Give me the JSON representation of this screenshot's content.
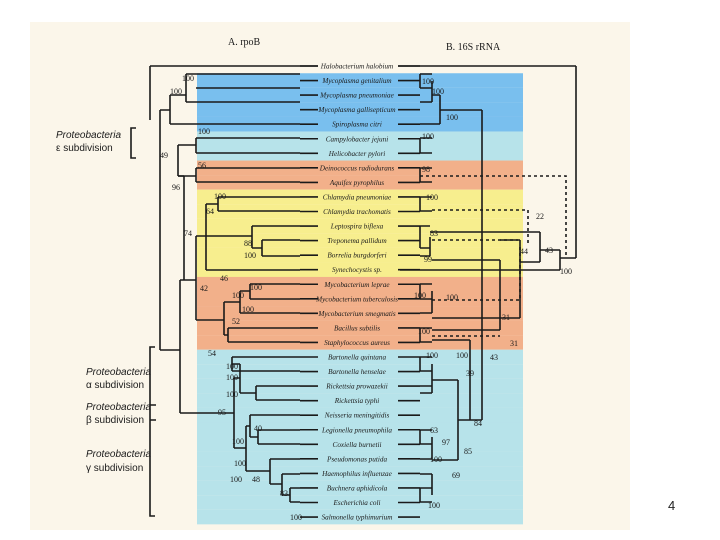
{
  "titles": {
    "left": "A. rpoB",
    "right": "B. 16S rRNA"
  },
  "page_number": "4",
  "colors": {
    "blue": "#79bfee",
    "yellow": "#f7ee8e",
    "orange": "#f2b08a",
    "cyan": "#b7e3ea",
    "line": "#1a1a1a"
  },
  "taxa": [
    {
      "label": "Halobacterium halobium",
      "band": "none"
    },
    {
      "label": "Mycoplasma genitalium",
      "band": "blue"
    },
    {
      "label": "Mycoplasma pneumoniae",
      "band": "blue"
    },
    {
      "label": "Mycoplasma gallisepticum",
      "band": "blue"
    },
    {
      "label": "Spiroplasma citri",
      "band": "blue"
    },
    {
      "label": "Campylobacter jejuni",
      "band": "cyan"
    },
    {
      "label": "Helicobacter pylori",
      "band": "cyan"
    },
    {
      "label": "Deinococcus radiodurans",
      "band": "orange"
    },
    {
      "label": "Aquifex pyrophilus",
      "band": "orange"
    },
    {
      "label": "Chlamydia pneumoniae",
      "band": "yellow"
    },
    {
      "label": "Chlamydia trachomatis",
      "band": "yellow"
    },
    {
      "label": "Leptospira biflexa",
      "band": "yellow"
    },
    {
      "label": "Treponema pallidum",
      "band": "yellow"
    },
    {
      "label": "Borrelia burgdorferi",
      "band": "yellow"
    },
    {
      "label": "Synechocystis sp.",
      "band": "yellow"
    },
    {
      "label": "Mycobacterium leprae",
      "band": "orange"
    },
    {
      "label": "Mycobacterium tuberculosis",
      "band": "orange"
    },
    {
      "label": "Mycobacterium smegmatis",
      "band": "orange"
    },
    {
      "label": "Bacillus subtilis",
      "band": "orange"
    },
    {
      "label": "Staphylococcus aureus",
      "band": "orange"
    },
    {
      "label": "Bartonella quintana",
      "band": "cyan"
    },
    {
      "label": "Bartonella henselae",
      "band": "cyan"
    },
    {
      "label": "Rickettsia prowazekii",
      "band": "cyan"
    },
    {
      "label": "Rickettsia typhi",
      "band": "cyan"
    },
    {
      "label": "Neisseria meningitidis",
      "band": "cyan"
    },
    {
      "label": "Legionella pneumophila",
      "band": "cyan"
    },
    {
      "label": "Coxiella burnetii",
      "band": "cyan"
    },
    {
      "label": "Pseudomonas putida",
      "band": "cyan"
    },
    {
      "label": "Haemophilus influenzae",
      "band": "cyan"
    },
    {
      "label": "Buchnera aphidicola",
      "band": "cyan"
    },
    {
      "label": "Escherichia coli",
      "band": "cyan"
    },
    {
      "label": "Salmonella typhimurium",
      "band": "cyan"
    }
  ],
  "left_values": [
    "100",
    "100",
    "49",
    "96",
    "100",
    "56",
    "74",
    "64",
    "100",
    "88",
    "100",
    "46",
    "42",
    "100",
    "100",
    "100",
    "52",
    "54",
    "100",
    "100",
    "100",
    "95",
    "40",
    "100",
    "100",
    "100",
    "48",
    "83",
    "100"
  ],
  "right_values": [
    "100",
    "100",
    "100",
    "100",
    "98",
    "100",
    "83",
    "99",
    "100",
    "100",
    "100",
    "100",
    "22",
    "44",
    "43",
    "100",
    "31",
    "31",
    "43",
    "39",
    "100",
    "63",
    "97",
    "85",
    "100",
    "69",
    "100",
    "84"
  ],
  "groups": [
    {
      "line1": "Proteobacteria",
      "line2": "ε subdivision"
    },
    {
      "line1": "Proteobacteria",
      "line2": "α subdivision"
    },
    {
      "line1": "Proteobacteria",
      "line2": "β subdivision"
    },
    {
      "line1": "Proteobacteria",
      "line2": "γ subdivision"
    }
  ]
}
